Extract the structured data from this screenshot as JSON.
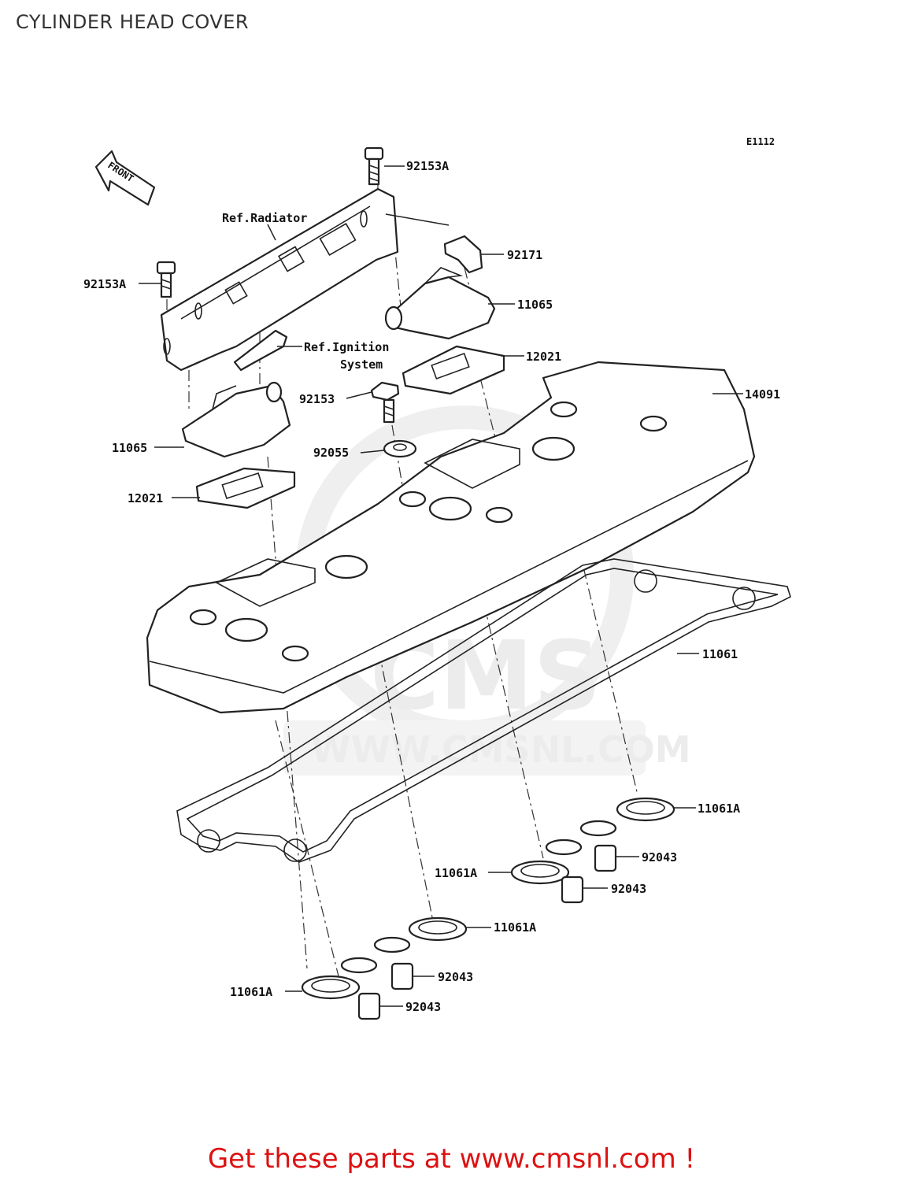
{
  "title": "CYLINDER HEAD COVER",
  "diagram_code": "E1112",
  "front_label": "FRONT",
  "watermark": {
    "brand": "CMS",
    "url": "WWW.CMSNL.COM"
  },
  "labels": {
    "p92153A_top": "92153A",
    "p92153A_left": "92153A",
    "p92171": "92171",
    "p11065_right": "11065",
    "p11065_left": "11065",
    "p12021_right": "12021",
    "p12021_left": "12021",
    "p92153": "92153",
    "p92055": "92055",
    "p14091": "14091",
    "p11061": "11061",
    "p11061A_1": "11061A",
    "p11061A_2": "11061A",
    "p11061A_3": "11061A",
    "p11061A_4": "11061A",
    "p92043_1": "92043",
    "p92043_2": "92043",
    "p92043_3": "92043",
    "p92043_4": "92043",
    "ref_radiator": "Ref.Radiator",
    "ref_ignition_1": "Ref.Ignition",
    "ref_ignition_2": "System"
  },
  "footer": "Get these parts at www.cmsnl.com !",
  "colors": {
    "footer": "#dd1111",
    "ink": "#222222",
    "watermark": "#ececec"
  }
}
